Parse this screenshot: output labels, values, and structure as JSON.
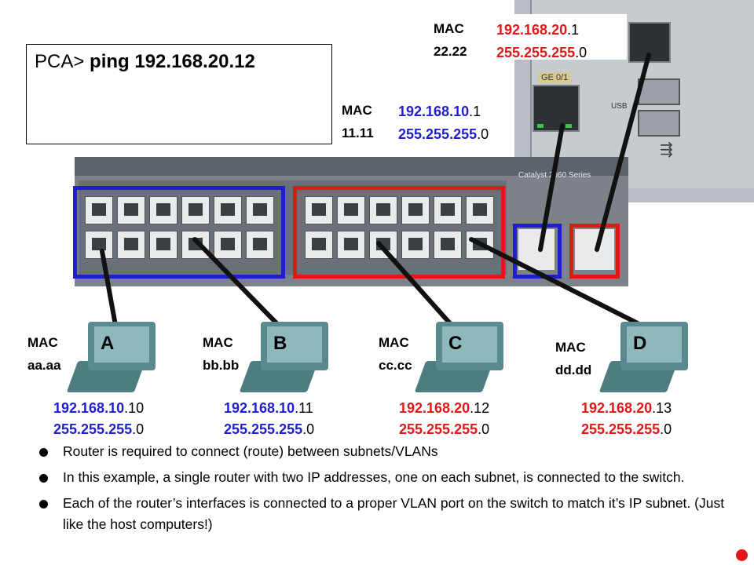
{
  "console": {
    "prompt": "PCA>",
    "command": "ping 192.168.20.12"
  },
  "router": {
    "if_blue": {
      "mac_label": "MAC",
      "mac": "11.11",
      "ip_net": "192.168.10",
      "ip_host": ".1",
      "mask_net": "255.255.255",
      "mask_host": ".0"
    },
    "if_red": {
      "mac_label": "MAC",
      "mac": "22.22",
      "ip_net": "192.168.20",
      "ip_host": ".1",
      "mask_net": "255.255.255",
      "mask_host": ".0"
    },
    "port_label": "GE 0/1",
    "usb_label": "USB"
  },
  "switch": {
    "model": "Catalyst 2960 Series"
  },
  "hosts": [
    {
      "name": "A",
      "mac_label": "MAC",
      "mac": "aa.aa",
      "ip_net": "192.168.10",
      "ip_host": ".10",
      "mask_net": "255.255.255",
      "mask_host": ".0"
    },
    {
      "name": "B",
      "mac_label": "MAC",
      "mac": "bb.bb",
      "ip_net": "192.168.10",
      "ip_host": ".11",
      "mask_net": "255.255.255",
      "mask_host": ".0"
    },
    {
      "name": "C",
      "mac_label": "MAC",
      "mac": "cc.cc",
      "ip_net": "192.168.20",
      "ip_host": ".12",
      "mask_net": "255.255.255",
      "mask_host": ".0"
    },
    {
      "name": "D",
      "mac_label": "MAC",
      "mac": "dd.dd",
      "ip_net": "192.168.20",
      "ip_host": ".13",
      "mask_net": "255.255.255",
      "mask_host": ".0"
    }
  ],
  "bullets": [
    "Router is required to connect (route) between subnets/VLANs",
    "In this example, a single router with two IP addresses, one on each subnet, is connected to the switch.",
    "Each of the router’s interfaces is connected to a proper VLAN port on the switch to match it’s IP subnet.  (Just like the host computers!)"
  ],
  "colors": {
    "vlan10": "#1f1fd0",
    "vlan20": "#e01818"
  }
}
